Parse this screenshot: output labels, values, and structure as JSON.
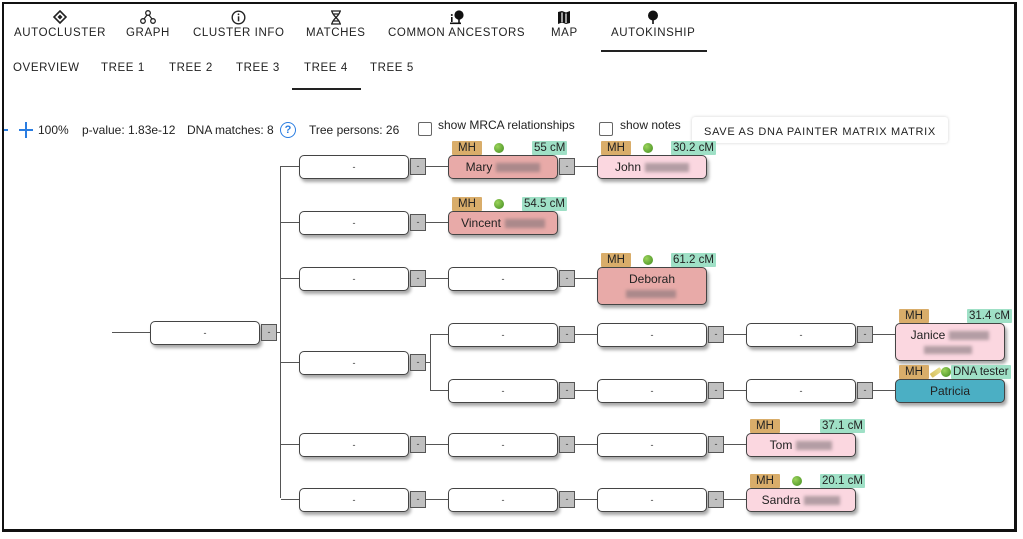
{
  "top_nav": {
    "items": [
      {
        "label": "AUTOCLUSTER",
        "icon": "autocluster-icon"
      },
      {
        "label": "GRAPH",
        "icon": "graph-icon"
      },
      {
        "label": "CLUSTER INFO",
        "icon": "info-icon"
      },
      {
        "label": "MATCHES",
        "icon": "dna-icon"
      },
      {
        "label": "COMMON ANCESTORS",
        "icon": "ancestors-icon"
      },
      {
        "label": "MAP",
        "icon": "map-icon"
      },
      {
        "label": "AUTOKINSHIP",
        "icon": "tree-icon"
      }
    ],
    "active": "AUTOKINSHIP"
  },
  "sub_nav": {
    "items": [
      "OVERVIEW",
      "TREE 1",
      "TREE 2",
      "TREE 3",
      "TREE 4",
      "TREE 5"
    ],
    "active": "TREE 4"
  },
  "toolbar": {
    "zoom": "100%",
    "p_value": "p-value: 1.83e-12",
    "dna_matches": "DNA matches: 8",
    "help_glyph": "?",
    "tree_persons": "Tree persons: 26",
    "show_mrca_label": "show MRCA relationships",
    "show_mrca_checked": false,
    "show_notes_label": "show notes",
    "show_notes_checked": false,
    "save_button": "SAVE AS DNA PAINTER MATRIX MATRIX"
  },
  "tree": {
    "unknown_label": "-",
    "toggle_label": "-",
    "mh_badge": "MH",
    "persons": [
      {
        "name": "Mary",
        "cm": "55 cM",
        "color": "#e8aaa8",
        "has_tree_icon": true
      },
      {
        "name": "John",
        "cm": "30.2 cM",
        "color": "#fbd7e0",
        "has_tree_icon": true
      },
      {
        "name": "Vincent",
        "cm": "54.5 cM",
        "color": "#e8aaa8",
        "has_tree_icon": true
      },
      {
        "name": "Deborah",
        "cm": "61.2 cM",
        "color": "#e8aaa8",
        "has_tree_icon": true
      },
      {
        "name": "Janice",
        "cm": "31.4 cM",
        "color": "#fbd7e0",
        "has_tree_icon": false
      },
      {
        "name": "Patricia",
        "cm": "DNA tester",
        "color": "#4bafc4",
        "has_tree_icon": true
      },
      {
        "name": "Tom",
        "cm": "37.1 cM",
        "color": "#fbd7e0",
        "has_tree_icon": false
      },
      {
        "name": "Sandra",
        "cm": "20.1 cM",
        "color": "#fbd7e0",
        "has_tree_icon": true
      }
    ]
  }
}
